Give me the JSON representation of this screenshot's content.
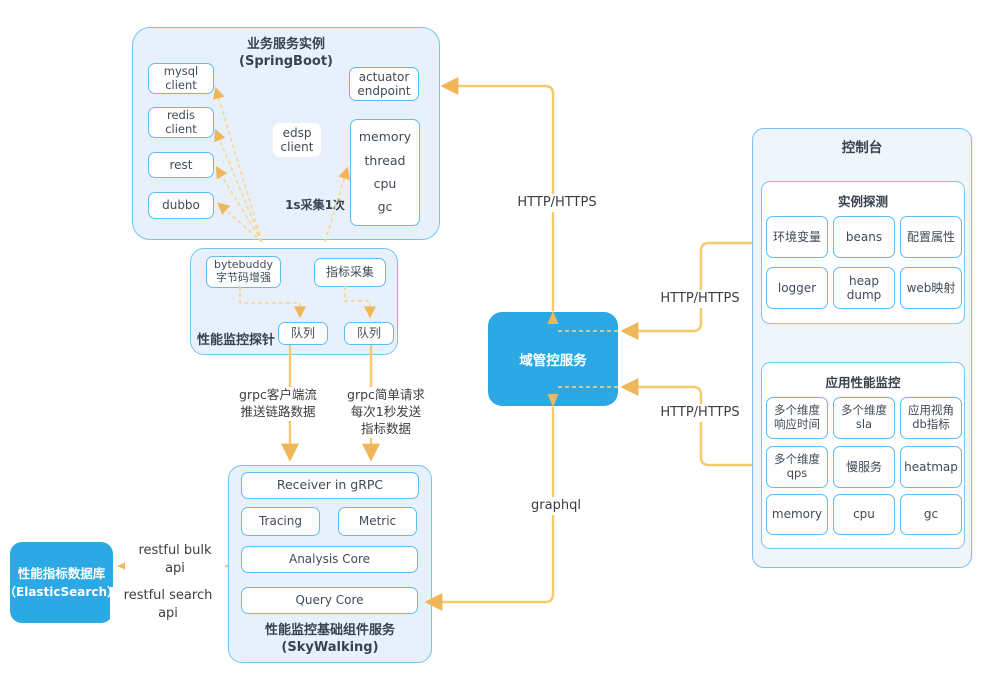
{
  "colors": {
    "accent_blue": "#2CA9E5",
    "container_fill": "#E8F1FB",
    "container_border": "#73C5F4",
    "item_border": "#5CBDF2",
    "arrow_yellow": "#F7C96B",
    "arrow_dashed_yellow": "#F8D68F",
    "arrowhead": "#EFB65A",
    "text_dark": "#39434f"
  },
  "springboot": {
    "title": "业务服务实例",
    "subtitle": "(SpringBoot)",
    "clients": [
      "mysql\nclient",
      "redis\nclient",
      "rest",
      "dubbo"
    ],
    "edsp": "edsp\nclient",
    "actuator": "actuator\nendpoint",
    "metrics": [
      "memory",
      "thread",
      "cpu",
      "gc"
    ],
    "note": "1s采集1次"
  },
  "probe": {
    "label": "性能监控探针",
    "enhancer": "bytebuddy\n字节码增强",
    "collector": "指标采集",
    "queues": [
      "队列",
      "队列"
    ]
  },
  "domain_service": {
    "label": "域管控服务"
  },
  "console": {
    "title": "控制台",
    "sections": [
      {
        "title": "实例探测",
        "items": [
          "环境变量",
          "beans",
          "配置属性",
          "logger",
          "heap\ndump",
          "web映射"
        ]
      },
      {
        "title": "应用性能监控",
        "items": [
          "多个维度\n响应时间",
          "多个维度\nsla",
          "应用视角\ndb指标",
          "多个维度\nqps",
          "慢服务",
          "heatmap",
          "memory",
          "cpu",
          "gc"
        ]
      }
    ]
  },
  "skywalking": {
    "title": "性能监控基础组件服务",
    "subtitle": "(SkyWalking)",
    "components": [
      "Receiver in gRPC",
      "Tracing",
      "Metric",
      "Analysis Core",
      "Query Core"
    ]
  },
  "elasticsearch": {
    "title": "性能指标数据库",
    "subtitle": "（ElasticSearch）"
  },
  "edges": {
    "http_top": "HTTP/HTTPS",
    "http_console_upper": "HTTP/HTTPS",
    "http_console_lower": "HTTP/HTTPS",
    "graphql": "graphql",
    "restful_bulk": "restful bulk api",
    "restful_search": "restful search api",
    "grpc_stream": "grpc客户端流\n推送链路数据",
    "grpc_metrics": "grpc简单请求\n每次1秒发送\n指标数据"
  }
}
